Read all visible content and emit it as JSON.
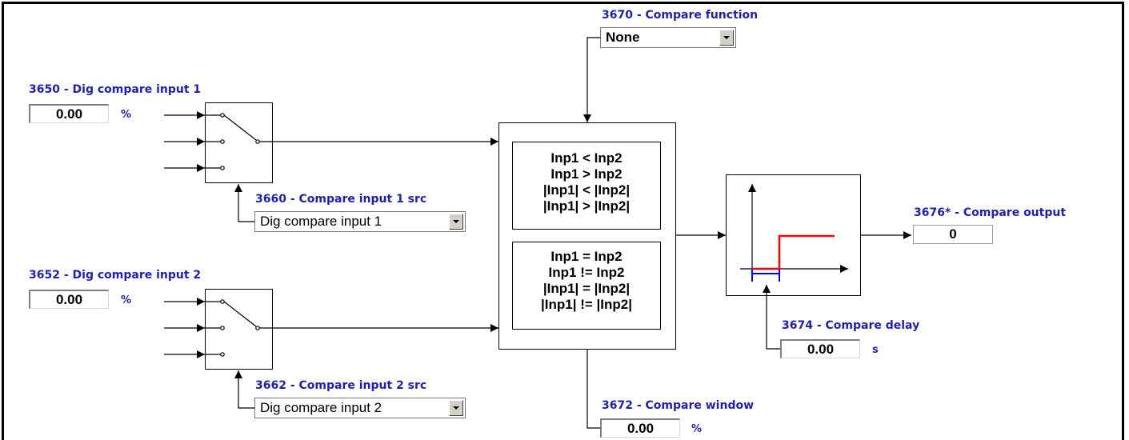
{
  "inputs": [
    {
      "label": "3650 - Dig compare input 1",
      "value": "0.00",
      "unit": "%"
    },
    {
      "label": "3652 - Dig compare input 2",
      "value": "0.00",
      "unit": "%"
    }
  ],
  "sources": [
    {
      "label": "3660 - Compare input 1 src",
      "selected": "Dig compare input 1"
    },
    {
      "label": "3662 - Compare input 2 src",
      "selected": "Dig compare input 2"
    }
  ],
  "compare_function": {
    "label": "3670 - Compare function",
    "selected": "None"
  },
  "comparator_functions": {
    "group1": [
      "Inp1 < Inp2",
      "Inp1 > Inp2",
      "|Inp1| < |Inp2|",
      "|Inp1| > |Inp2|"
    ],
    "group2": [
      "Inp1 = Inp2",
      "Inp1 != Inp2",
      "|Inp1| = |Inp2|",
      "|Inp1| != |Inp2|"
    ]
  },
  "compare_window": {
    "label": "3672 - Compare window",
    "value": "0.00",
    "unit": "%"
  },
  "compare_delay": {
    "label": "3674 - Compare delay",
    "value": "0.00",
    "unit": "s"
  },
  "compare_output": {
    "label": "3676* - Compare output",
    "value": "0"
  },
  "colors": {
    "label_blue": "#1f1fb0",
    "signal_red": "#ff0000",
    "delay_blue": "#0000ff"
  }
}
